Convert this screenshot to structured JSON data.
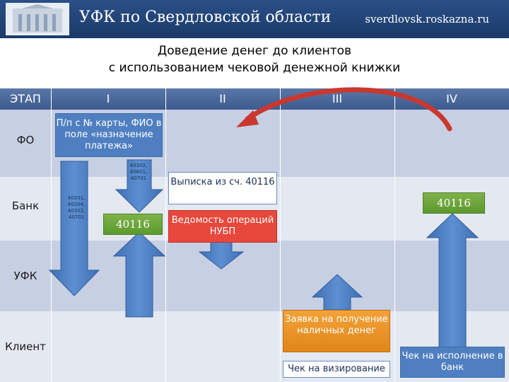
{
  "header": {
    "title": "УФК по Свердловской области",
    "site": "sverdlovsk.roskazna.ru"
  },
  "title": {
    "line1": "Доведение денег до клиентов",
    "line2": "с использованием чековой денежной книжки"
  },
  "columns": {
    "stage": "ЭТАП",
    "c1": "I",
    "c2": "II",
    "c3": "III",
    "c4": "IV"
  },
  "rows": {
    "fo": "ФО",
    "bank": "Банк",
    "ufk": "УФК",
    "client": "Клиент"
  },
  "boxes": {
    "payment_order": "П/п с № карты, ФИО в поле «назначение платежа»",
    "accounts_small_1": "40302, 40601, 40701",
    "accounts_small_2": "40201, 40204, 40302, 40701",
    "account_40116_green": "40116",
    "statement": "Выписка из сч. 40116",
    "vedomost": "Ведомость операций НУБП",
    "account_40116_right": "40116",
    "cash_request": "Заявка на получение наличных денег",
    "check_visa": "Чек на визирование",
    "check_bank": "Чек на исполнение в банк"
  },
  "colors": {
    "header_bg": "#1b3a6a",
    "arrow_blue": "#4f7fc1",
    "curved_arrow": "#d8433a",
    "green": "#6aa63a",
    "orange": "#f0962a"
  }
}
